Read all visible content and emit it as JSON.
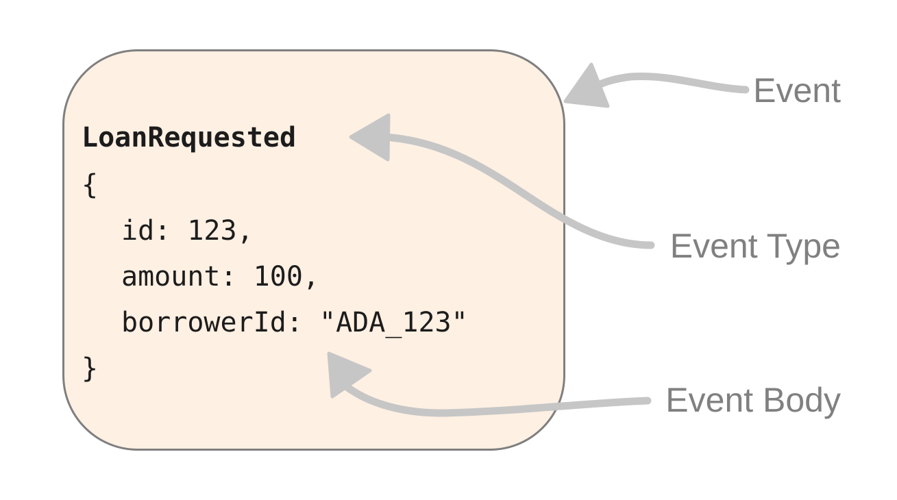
{
  "event": {
    "type_name": "LoanRequested",
    "open_brace": "{",
    "fields": [
      "id: 123,",
      "amount: 100,",
      "borrowerId: \"ADA_123\""
    ],
    "close_brace": "}"
  },
  "labels": {
    "event": "Event",
    "event_type": "Event Type",
    "event_body": "Event Body"
  },
  "colors": {
    "box_fill": "#fef0e3",
    "box_border": "#7f7f7f",
    "arrow": "#c6c6c6",
    "label_text": "#808080",
    "code_text": "#1c1c1c"
  }
}
